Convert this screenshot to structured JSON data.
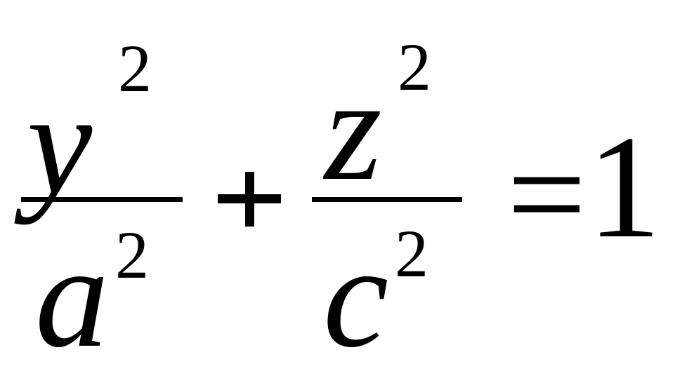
{
  "equation": {
    "fraction_1": {
      "numerator": {
        "base": "y",
        "exponent": "2"
      },
      "denominator": {
        "base": "a",
        "exponent": "2"
      }
    },
    "operator_plus": "+",
    "fraction_2": {
      "numerator": {
        "base": "z",
        "exponent": "2"
      },
      "denominator": {
        "base": "c",
        "exponent": "2"
      }
    },
    "operator_equals": "=",
    "result": "1"
  },
  "colors": {
    "ink": "#000000",
    "background": "#ffffff"
  }
}
